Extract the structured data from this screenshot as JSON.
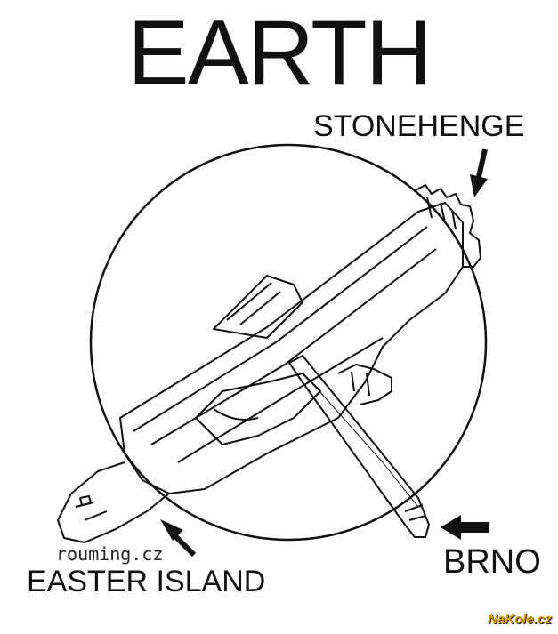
{
  "title": "EARTH",
  "labels": {
    "stonehenge": "STONEHENGE",
    "easter_island": "EASTER ISLAND",
    "brno": "BRNO"
  },
  "watermark": "rouming.cz",
  "logo": "NaKole.cz",
  "colors": {
    "ink": "#111111",
    "logo": "#e0a000"
  }
}
